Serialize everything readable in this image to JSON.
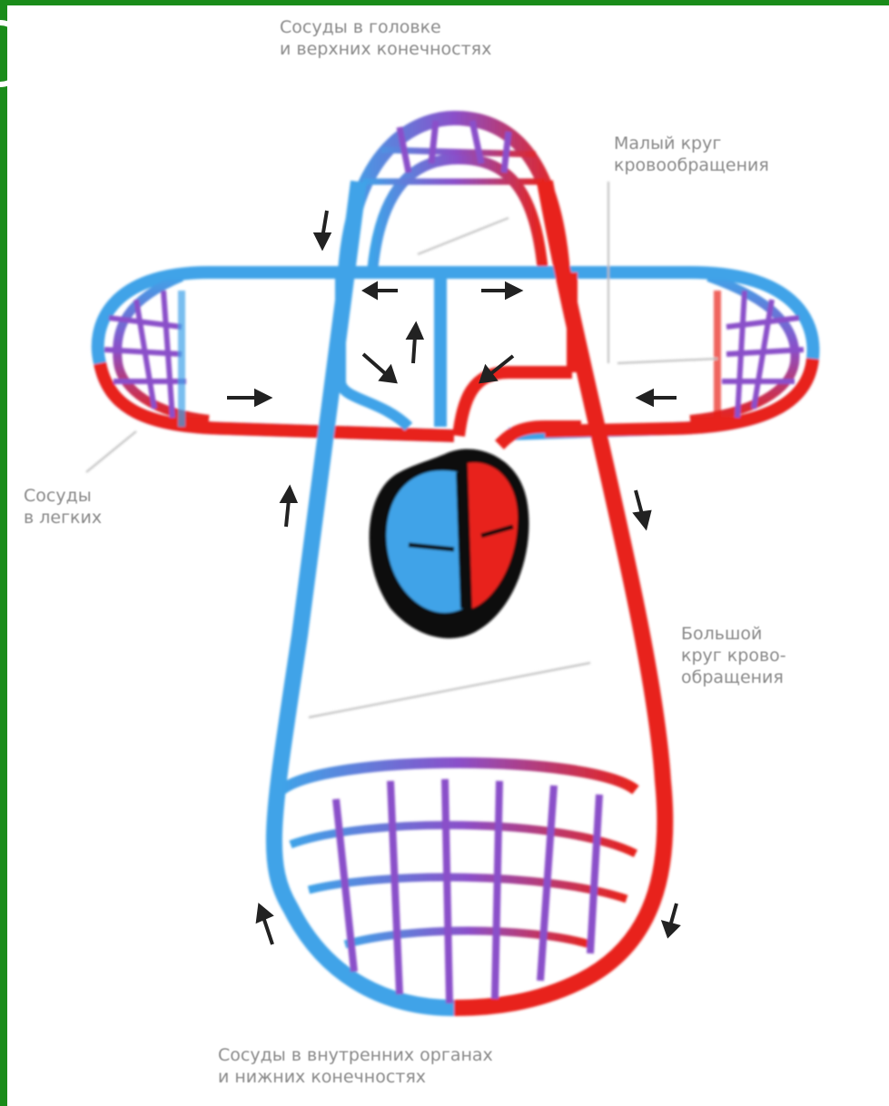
{
  "labels": {
    "head_vessels": [
      "Сосуды в головке",
      "и верхних конечностях"
    ],
    "small_circle": [
      "Малый круг",
      "кровообращения"
    ],
    "lung_vessels": [
      "Сосуды",
      "в легких"
    ],
    "big_circle": [
      "Большой",
      "круг крово-",
      "обращения"
    ],
    "internal_vessels": [
      "Сосуды в внутренних органах",
      "и нижних конечностях"
    ]
  },
  "colors": {
    "frame": "#1a8c1a",
    "venous": "#3fa3e8",
    "arterial": "#e8231a",
    "capillary": "#8a4fc9",
    "heart_outline": "#111111"
  },
  "icons": [
    "arrow-icon"
  ]
}
